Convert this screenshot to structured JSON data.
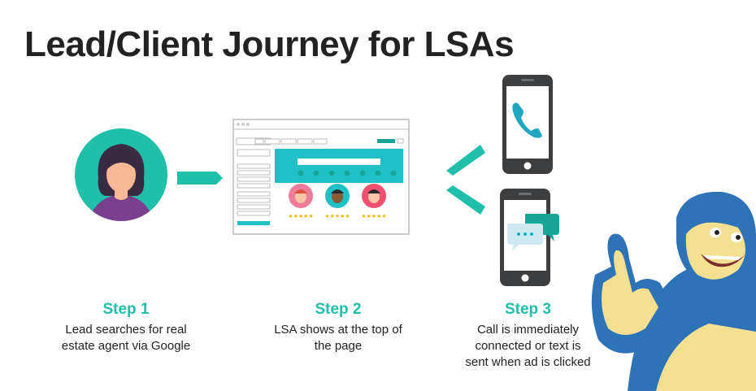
{
  "title": "Lead/Client Journey for LSAs",
  "colors": {
    "accent": "#1fbfaa",
    "teal_dark": "#16a596",
    "browser_teal": "#1fc0c8",
    "text": "#222222",
    "mascot_blue": "#2e72b8"
  },
  "steps": [
    {
      "label": "Step 1",
      "description": "Lead searches for real estate agent via Google",
      "icon": "person-avatar-icon"
    },
    {
      "label": "Step 2",
      "description": "LSA shows at the top of the page",
      "icon": "browser-results-icon"
    },
    {
      "label": "Step 3",
      "description": "Call is immediately connected or text is sent when ad is clicked",
      "icon": "phone-call-and-chat-icon"
    }
  ],
  "browser": {
    "stars": "★★★★★"
  },
  "mascot": "gorilla-thumbs-up-mascot"
}
